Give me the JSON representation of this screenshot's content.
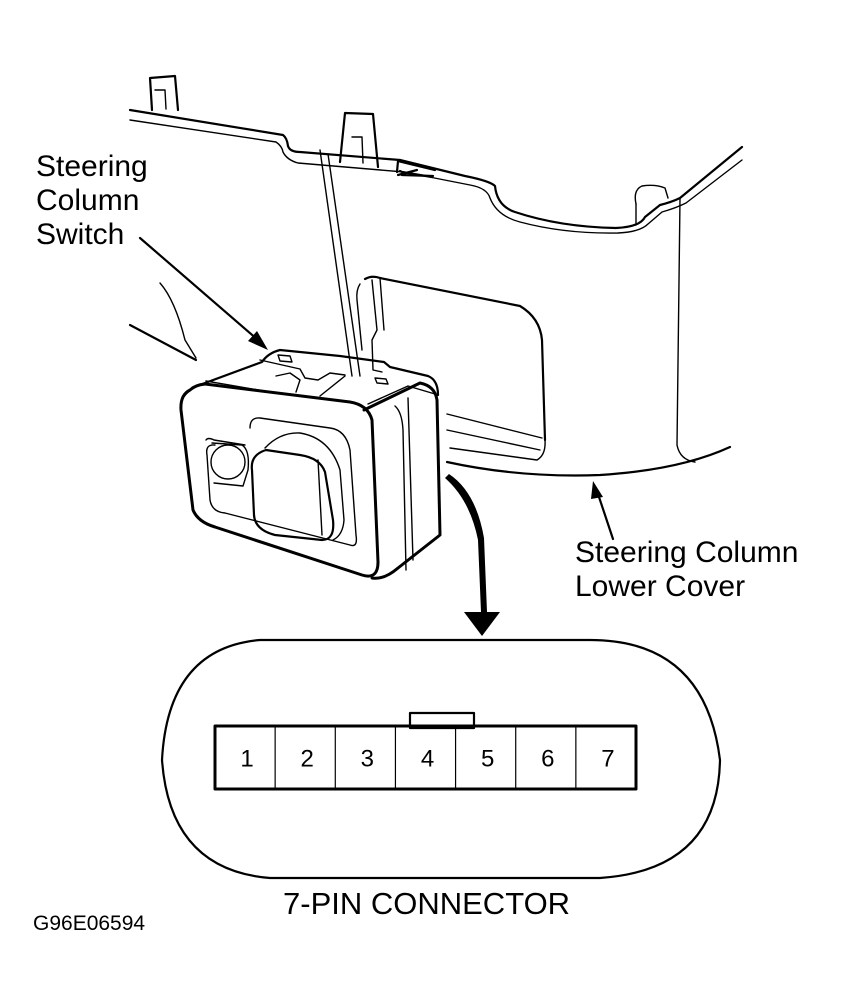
{
  "diagram": {
    "type": "component-location",
    "callouts": {
      "switch": {
        "lines": [
          "Steering",
          "Column",
          "Switch"
        ]
      },
      "cover": {
        "lines": [
          "Steering Column",
          "Lower Cover"
        ]
      }
    },
    "connector": {
      "caption": "7-PIN CONNECTOR",
      "pins": [
        "1",
        "2",
        "3",
        "4",
        "5",
        "6",
        "7"
      ],
      "key_tab_over_pin": "4"
    },
    "figure_code": "G96E06594",
    "colors": {
      "ink": "#000000",
      "paper": "#ffffff"
    }
  }
}
